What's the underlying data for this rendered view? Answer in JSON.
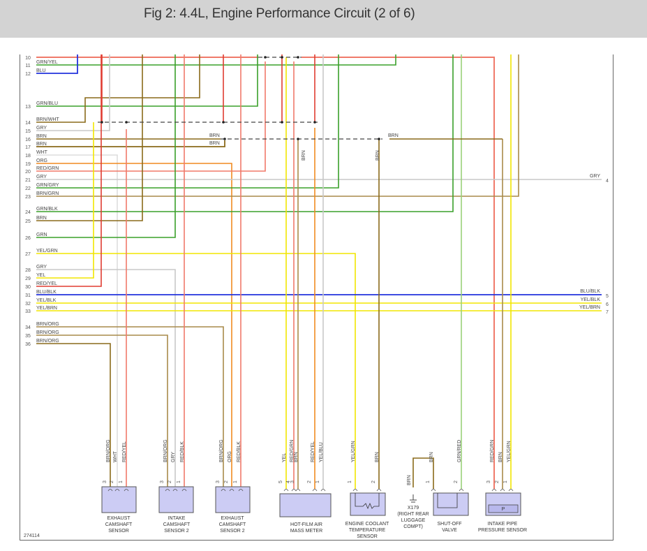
{
  "header": {
    "title": "Fig 2: 4.4L, Engine Performance Circuit (2 of 6)"
  },
  "figure_id": "274114",
  "colors": {
    "RED": "#e03c31",
    "REDL": "#f07a6a",
    "GRN": "#3aa02a",
    "GRNL": "#9ad17a",
    "YEL": "#f2e600",
    "BLU": "#2233dd",
    "BRN": "#8a6a1a",
    "BRNL": "#a88a4a",
    "GRY": "#c8c8c8",
    "ORG": "#f08a20",
    "WHT": "#dddddd"
  },
  "left_rows": [
    {
      "num": "10",
      "label": ""
    },
    {
      "num": "11",
      "label": "GRN/YEL"
    },
    {
      "num": "12",
      "label": "BLU"
    },
    {
      "num": "13",
      "label": "GRN/BLU"
    },
    {
      "num": "14",
      "label": "BRN/WHT"
    },
    {
      "num": "15",
      "label": "GRY"
    },
    {
      "num": "16",
      "label": "BRN"
    },
    {
      "num": "17",
      "label": "BRN"
    },
    {
      "num": "18",
      "label": "WHT"
    },
    {
      "num": "19",
      "label": "ORG"
    },
    {
      "num": "20",
      "label": "RED/GRN"
    },
    {
      "num": "21",
      "label": "GRY"
    },
    {
      "num": "22",
      "label": "GRN/GRY"
    },
    {
      "num": "23",
      "label": "BRN/GRN"
    },
    {
      "num": "24",
      "label": "GRN/BLK"
    },
    {
      "num": "25",
      "label": "BRN"
    },
    {
      "num": "26",
      "label": "GRN"
    },
    {
      "num": "27",
      "label": "YEL/GRN"
    },
    {
      "num": "28",
      "label": "GRY"
    },
    {
      "num": "29",
      "label": "YEL"
    },
    {
      "num": "30",
      "label": "RED/YEL"
    },
    {
      "num": "31",
      "label": "BLU/BLK"
    },
    {
      "num": "32",
      "label": "YEL/BLK"
    },
    {
      "num": "33",
      "label": "YEL/BRN"
    },
    {
      "num": "34",
      "label": "BRN/ORG"
    },
    {
      "num": "35",
      "label": "BRN/ORG"
    },
    {
      "num": "36",
      "label": "BRN/ORG"
    }
  ],
  "right_rows": [
    {
      "num": "4",
      "label": "GRY"
    },
    {
      "num": "5",
      "label": "BLU/BLK"
    },
    {
      "num": "6",
      "label": "YEL/BLK"
    },
    {
      "num": "7",
      "label": "YEL/BRN"
    }
  ],
  "mid_labels": {
    "brn16": "BRN",
    "brn17": "BRN",
    "brn_right": "BRN",
    "brn_v1": "BRN",
    "brn_v2": "BRN"
  },
  "components": [
    {
      "id": "exhaust-camshaft-sensor",
      "name": [
        "EXHAUST",
        "CAMSHAFT",
        "SENSOR"
      ],
      "pins": [
        {
          "pin": "3",
          "wire": "BRN/ORG"
        },
        {
          "pin": "2",
          "wire": "WHT"
        },
        {
          "pin": "1",
          "wire": "RED/YEL"
        }
      ]
    },
    {
      "id": "intake-camshaft-sensor-2",
      "name": [
        "INTAKE",
        "CAMSHAFT",
        "SENSOR 2"
      ],
      "pins": [
        {
          "pin": "3",
          "wire": "BRN/ORG"
        },
        {
          "pin": "2",
          "wire": "GRY"
        },
        {
          "pin": "1",
          "wire": "RED/BLK"
        }
      ]
    },
    {
      "id": "exhaust-camshaft-sensor-2",
      "name": [
        "EXHAUST",
        "CAMSHAFT",
        "SENSOR 2"
      ],
      "pins": [
        {
          "pin": "3",
          "wire": "BRN/ORG"
        },
        {
          "pin": "2",
          "wire": "ORG"
        },
        {
          "pin": "1",
          "wire": "RED/BLK"
        }
      ]
    },
    {
      "id": "hot-film-air-mass-meter",
      "name": [
        "HOT-FILM AIR",
        "MASS METER"
      ],
      "pins": [
        {
          "pin": "5",
          "wire": "YEL"
        },
        {
          "pin": "4",
          "wire": "RED/GRN"
        },
        {
          "pin": "3",
          "wire": "BRN"
        },
        {
          "pin": "2",
          "wire": "RED/YEL"
        },
        {
          "pin": "1",
          "wire": "YEL/BLU"
        }
      ]
    },
    {
      "id": "engine-coolant-temperature-sensor",
      "name": [
        "ENGINE COOLANT",
        "TEMPERATURE",
        "SENSOR"
      ],
      "pins": [
        {
          "pin": "1",
          "wire": "YEL/GRN"
        },
        {
          "pin": "2",
          "wire": "BRN"
        }
      ]
    },
    {
      "id": "ground-x179",
      "name": [
        "X179",
        "(RIGHT REAR",
        "LUGGAGE",
        "COMPT)"
      ],
      "pins": [
        {
          "pin": "",
          "wire": "BRN"
        }
      ]
    },
    {
      "id": "shut-off-valve",
      "name": [
        "SHUT-OFF",
        "VALVE"
      ],
      "pins": [
        {
          "pin": "1",
          "wire": "BRN"
        },
        {
          "pin": "2",
          "wire": "GRN/RED"
        }
      ]
    },
    {
      "id": "intake-pipe-pressure-sensor",
      "name": [
        "INTAKE PIPE",
        "PRESSURE SENSOR"
      ],
      "symbol": "P",
      "pins": [
        {
          "pin": "3",
          "wire": "RED/GRN"
        },
        {
          "pin": "2",
          "wire": "BRN"
        },
        {
          "pin": "1",
          "wire": "YEL/GRN"
        }
      ]
    }
  ]
}
